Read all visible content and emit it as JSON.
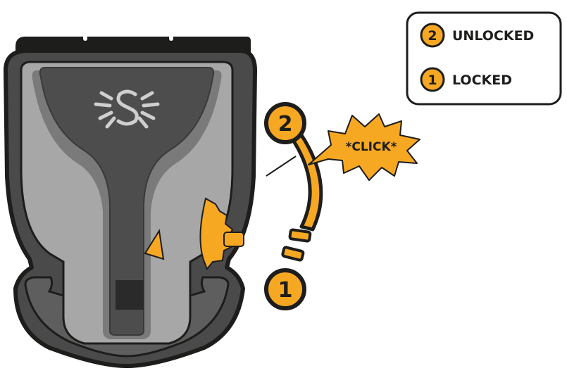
{
  "legend": {
    "items": [
      {
        "number": "2",
        "label": "UNLOCKED"
      },
      {
        "number": "1",
        "label": "LOCKED"
      }
    ]
  },
  "markers": {
    "unlocked_number": "2",
    "locked_number": "1"
  },
  "callout": {
    "text": "*CLICK*"
  },
  "colors": {
    "accent": "#F7A823",
    "outline": "#1D1D1B",
    "body_dark": "#4A4A4A",
    "body_mid": "#6E6E6E",
    "body_light": "#A7A7A7",
    "logo": "#CFCFCF"
  },
  "icons": {
    "logo": "spider-s-logo-icon"
  }
}
